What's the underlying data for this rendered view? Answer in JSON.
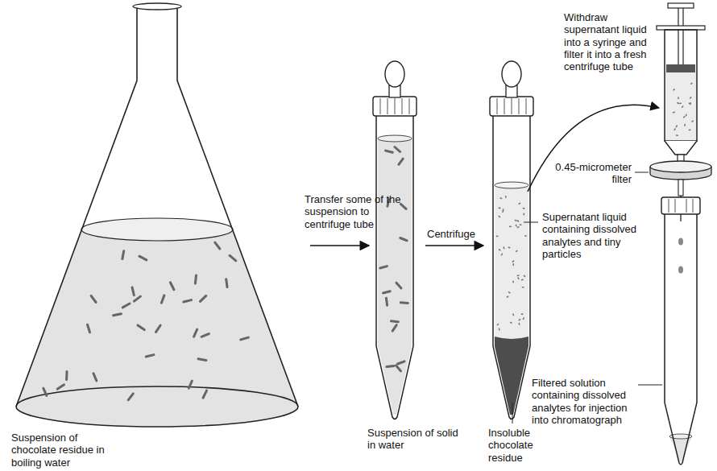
{
  "diagram": {
    "labels": [
      "Suspension of chocolate residue in boiling water",
      "Transfer some of the suspension to centrifuge tube",
      "Suspension of solid in water",
      "Centrifuge",
      "Supernatant liquid containing dissolved analytes and tiny particles",
      "Insoluble chocolate residue",
      "Withdraw supernatant liquid into a syringe and filter it into a fresh centrifuge tube",
      "0.45-micrometer filter",
      "Filtered solution containing dissolved analytes for injection into chromatograph"
    ]
  }
}
